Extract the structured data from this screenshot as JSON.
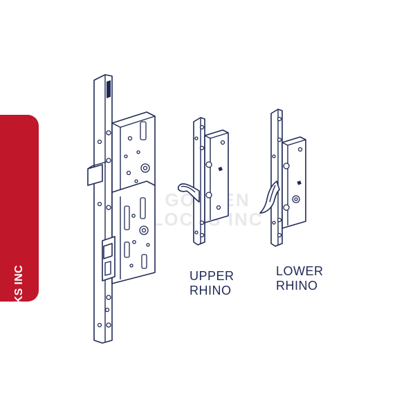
{
  "brand": {
    "name": "GOLDEN LOCKS INC",
    "color": "#c0172a"
  },
  "watermark": {
    "line1": "GOLDEN",
    "line2": "LOCKS INC"
  },
  "labels": {
    "upper": {
      "line1": "UPPER",
      "line2": "RHINO"
    },
    "lower": {
      "line1": "LOWER",
      "line2": "RHINO"
    }
  },
  "colors": {
    "line": "#1f2a55",
    "background": "#ffffff"
  }
}
